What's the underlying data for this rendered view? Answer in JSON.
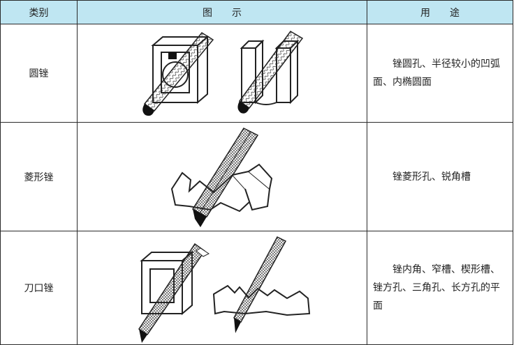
{
  "header": {
    "col_type": "类别",
    "col_figure": "图　　示",
    "col_use": "用　　途"
  },
  "rows": [
    {
      "type": "圆锉",
      "figure_icon": "round-file-illustration",
      "use": "锉圆孔、半径较小的凹弧面、内椭圆面"
    },
    {
      "type": "菱形锉",
      "figure_icon": "diamond-file-illustration",
      "use": "锉菱形孔、锐角槽"
    },
    {
      "type": "刀口锉",
      "figure_icon": "knife-file-illustration",
      "use": "锉内角、窄槽、楔形槽、锉方孔、三角孔、长方孔的平面"
    }
  ],
  "colors": {
    "header_bg": "#bfe6f2",
    "border": "#2a2a2a"
  }
}
